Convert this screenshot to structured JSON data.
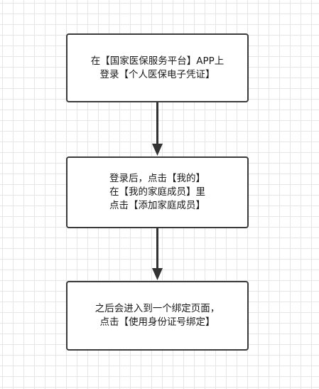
{
  "diagram": {
    "type": "flowchart",
    "nodes": [
      {
        "id": "step-1",
        "lines": [
          "在【国家医保服务平台】APP上",
          "登录【个人医保电子凭证】"
        ]
      },
      {
        "id": "step-2",
        "lines": [
          "登录后，点击【我的】",
          "在【我的家庭成员】里",
          "点击【添加家庭成员】"
        ]
      },
      {
        "id": "step-3",
        "lines": [
          "之后会进入到一个绑定页面，",
          "点击【使用身份证号绑定】"
        ]
      }
    ],
    "edges": [
      {
        "from": "step-1",
        "to": "step-2"
      },
      {
        "from": "step-2",
        "to": "step-3"
      }
    ],
    "colors": {
      "border": "#3a3a3a",
      "arrow": "#333333",
      "text": "#1a1a1a",
      "grid": "#e6e6e6",
      "background": "#ffffff"
    }
  }
}
